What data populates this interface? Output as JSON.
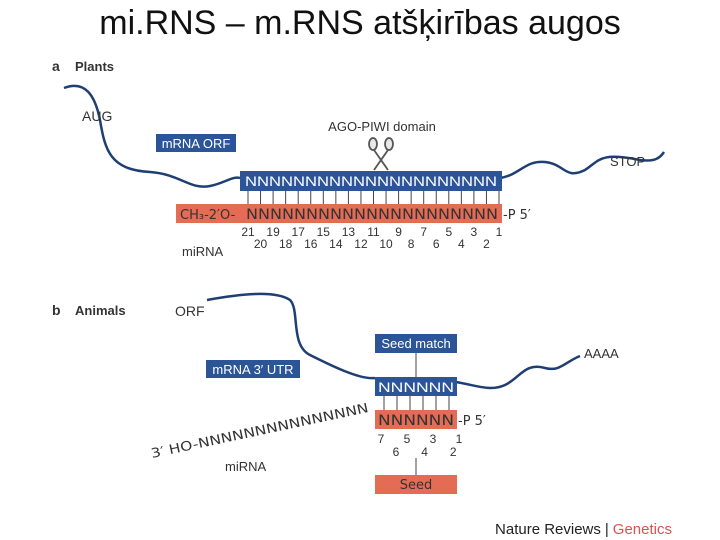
{
  "slide": {
    "title": "mi.RNS – m.RNS atšķirības augos"
  },
  "colors": {
    "blue": "#2b5597",
    "red": "#e46c54",
    "curve": "#1f3f73",
    "text": "#333333",
    "genetics": "#d9534f"
  },
  "panel_a": {
    "letter": "a",
    "heading": "Plants",
    "aug": "AUG",
    "orf_label": "mRNA ORF",
    "ago_label": "AGO-PIWI domain",
    "stop": "STOP",
    "mrna_seq": "NNNNNNNNNNNNNNNNNNNNN",
    "mirna_prefix": "CH₃-2′O-",
    "mirna_seq": "NNNNNNNNNNNNNNNNNNNNN",
    "mirna_suffix": "-P 5′",
    "numbers_odd": [
      "21",
      "19",
      "17",
      "15",
      "13",
      "11",
      "9",
      "7",
      "5",
      "3",
      "1"
    ],
    "numbers_even": [
      "20",
      "18",
      "16",
      "14",
      "12",
      "10",
      "8",
      "6",
      "4",
      "2"
    ],
    "mirna_label": "miRNA",
    "scissors_icon": "scissors-icon"
  },
  "panel_b": {
    "letter": "b",
    "heading": "Animals",
    "orf": "ORF",
    "utr_label": "mRNA 3′ UTR",
    "seed_match_label": "Seed match",
    "polya": "AAAA",
    "mrna_seq": "NNNNNN",
    "mirna_tail": "3′ HO-NNNNNNNNNNNNNNN",
    "mirna_seed": "NNNNNN",
    "mirna_suffix": "-P 5′",
    "numbers_odd": [
      "7",
      "5",
      "3",
      "1"
    ],
    "numbers_even": [
      "6",
      "4",
      "2"
    ],
    "mirna_label": "miRNA",
    "seed_label": "Seed"
  },
  "footer": {
    "brand": "Nature Reviews",
    "separator": "|",
    "journal": "Genetics"
  }
}
